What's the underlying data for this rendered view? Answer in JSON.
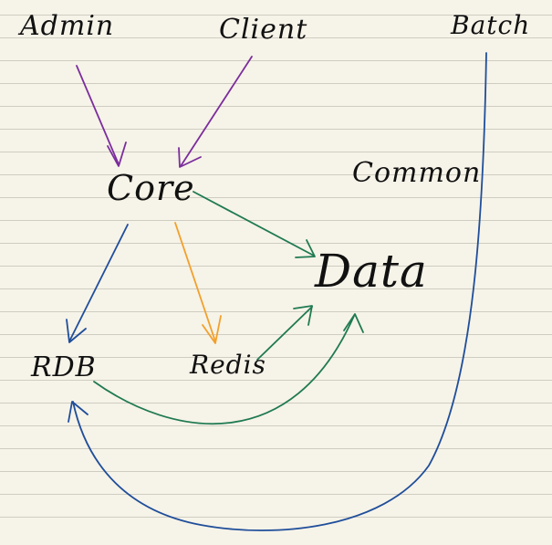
{
  "nodes": {
    "admin": "Admin",
    "client": "Client",
    "batch": "Batch",
    "core": "Core",
    "common": "Common",
    "data": "Data",
    "rdb": "RDB",
    "redis": "Redis"
  },
  "colors": {
    "background": "#f6f3e8",
    "rule_line": "#cfccc2",
    "text": "#111111",
    "purple_arrow": "#7b2d9c",
    "green_arrow": "#1f7a52",
    "orange_arrow": "#f2a02a",
    "blue_arrow": "#1f4e9a"
  },
  "edges": [
    {
      "from": "Admin",
      "to": "Core",
      "color": "purple"
    },
    {
      "from": "Client",
      "to": "Core",
      "color": "purple"
    },
    {
      "from": "Core",
      "to": "Data",
      "color": "green"
    },
    {
      "from": "Core",
      "to": "RDB",
      "color": "blue"
    },
    {
      "from": "Core",
      "to": "Redis",
      "color": "orange"
    },
    {
      "from": "Redis",
      "to": "Data",
      "color": "green"
    },
    {
      "from": "RDB",
      "to": "Data",
      "color": "green"
    },
    {
      "from": "Batch",
      "to": "RDB",
      "color": "blue"
    }
  ]
}
